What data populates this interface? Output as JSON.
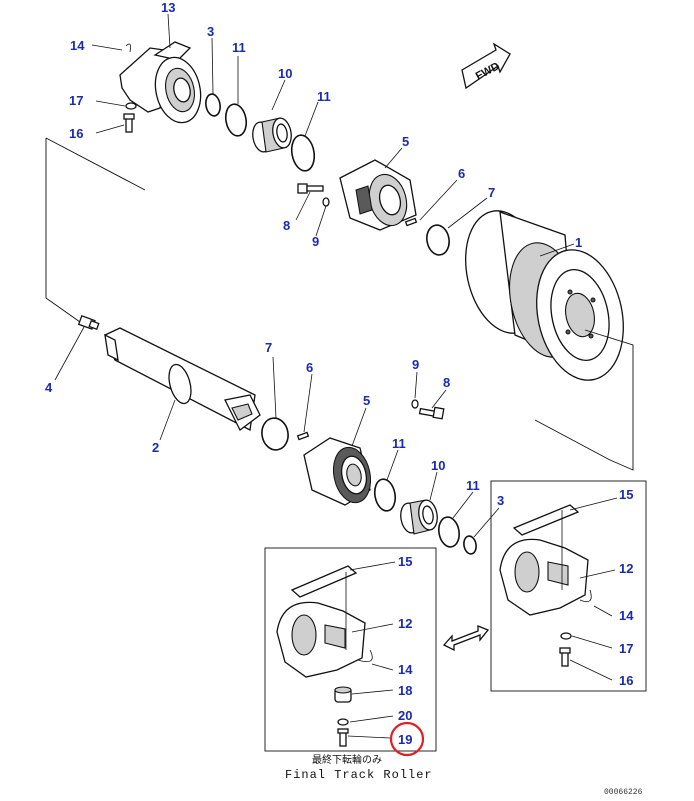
{
  "callouts": {
    "c13": "13",
    "c14a": "14",
    "c3a": "3",
    "c11a": "11",
    "c10a": "10",
    "c11b": "11",
    "c17a": "17",
    "c16a": "16",
    "c5a": "5",
    "c6a": "6",
    "c7a": "7",
    "c8a": "8",
    "c9a": "9",
    "c1": "1",
    "c4": "4",
    "c2": "2",
    "c7b": "7",
    "c6b": "6",
    "c5b": "5",
    "c9b": "9",
    "c8b": "8",
    "c11c": "11",
    "c10b": "10",
    "c11d": "11",
    "c3b": "3",
    "c15a": "15",
    "c12a": "12",
    "c14b": "14",
    "c17b": "17",
    "c16b": "16",
    "c15b": "15",
    "c12b": "12",
    "c14c": "14",
    "c18": "18",
    "c20": "20",
    "c19": "19"
  },
  "fwd_label": "FWD",
  "inset_caption_jp": "最終下転輪のみ",
  "inset_caption_en": "Final Track Roller",
  "drawing_code": "00066226",
  "highlight_color": "#e02020",
  "callout_color": "#1a2bb0"
}
